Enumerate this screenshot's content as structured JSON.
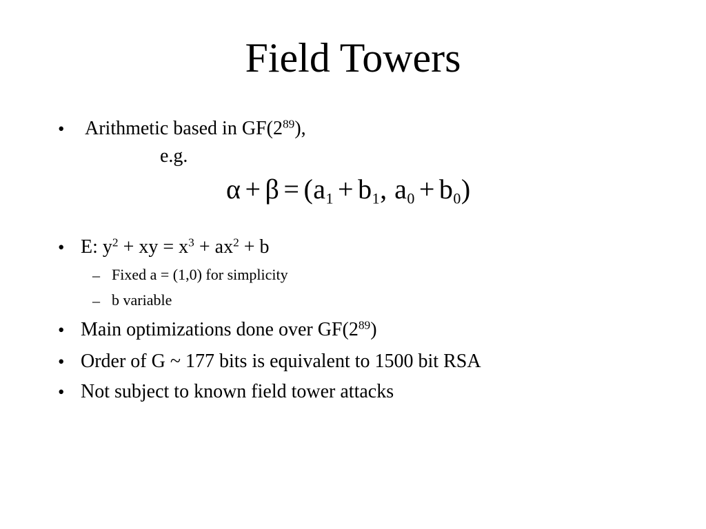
{
  "slide": {
    "title": "Field Towers",
    "bullet_char": "•",
    "dash_char": "–",
    "b1": {
      "text": "Arithmetic based in GF(2",
      "exp": "89",
      "tail": "),",
      "eg": "e.g."
    },
    "equation": {
      "alpha": "α",
      "plus": "+",
      "beta": "β",
      "equals": "=",
      "open": "(a",
      "sub1": "1",
      "b": "b",
      "sub1b": "1",
      "comma_a": ", a",
      "sub0": "0",
      "sub0b": "0",
      "close": ")"
    },
    "b2": {
      "p1": "E: y",
      "e1": "2",
      "p2": " + xy = x",
      "e2": "3",
      "p3": " + ax",
      "e3": "2",
      "p4": " + b",
      "sub_items": [
        "Fixed a = (1,0) for simplicity",
        "b variable"
      ]
    },
    "b3": {
      "text": "Main optimizations done over GF(2",
      "exp": "89",
      "tail": ")"
    },
    "b4": "Order of G ~ 177 bits is equivalent to 1500 bit RSA",
    "b5": "Not subject to known field tower attacks"
  }
}
